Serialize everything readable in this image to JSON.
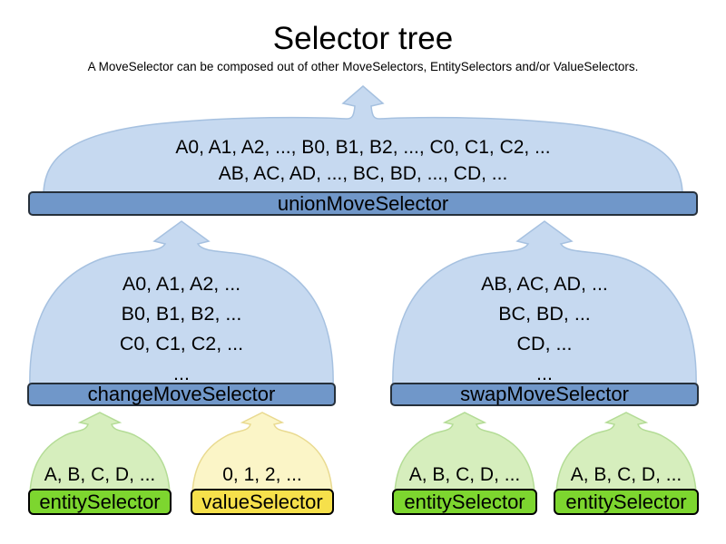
{
  "page": {
    "title": "Selector tree",
    "subtitle": "A MoveSelector can be composed out of other MoveSelectors, EntitySelectors and/or ValueSelectors."
  },
  "colors": {
    "move_cloud_fill": "#c6d9f0",
    "move_cloud_stroke": "#a6c1e0",
    "move_bar_fill": "#7097c9",
    "move_bar_border": "#26303b",
    "entity_cloud_fill": "#d6eebd",
    "entity_cloud_stroke": "#b4dc96",
    "entity_bar_fill": "#7dd62f",
    "value_cloud_fill": "#fbf5c7",
    "value_cloud_stroke": "#e9da90",
    "value_bar_fill": "#f6e04b",
    "selector_bar_border": "#000000"
  },
  "icons": {
    "up_arrow": "arrow built into each cloud shape pointing to parent selector"
  },
  "tree": {
    "union": {
      "label": "unionMoveSelector",
      "lines": [
        "A0, A1, A2, ..., B0, B1, B2, ..., C0, C1, C2, ...",
        "AB, AC, AD, ..., BC, BD, ..., CD, ..."
      ]
    },
    "change": {
      "label": "changeMoveSelector",
      "lines": [
        "A0, A1, A2, ...",
        "B0, B1, B2, ...",
        "C0, C1, C2, ...",
        "..."
      ]
    },
    "swap": {
      "label": "swapMoveSelector",
      "lines": [
        "AB, AC, AD, ...",
        "BC, BD, ...",
        "CD, ...",
        "..."
      ]
    },
    "entity1": {
      "label": "entitySelector",
      "lines": [
        "A, B, C, D, ..."
      ]
    },
    "value1": {
      "label": "valueSelector",
      "lines": [
        "0, 1, 2, ..."
      ]
    },
    "entity2": {
      "label": "entitySelector",
      "lines": [
        "A, B, C, D, ..."
      ]
    },
    "entity3": {
      "label": "entitySelector",
      "lines": [
        "A, B, C, D, ..."
      ]
    }
  }
}
